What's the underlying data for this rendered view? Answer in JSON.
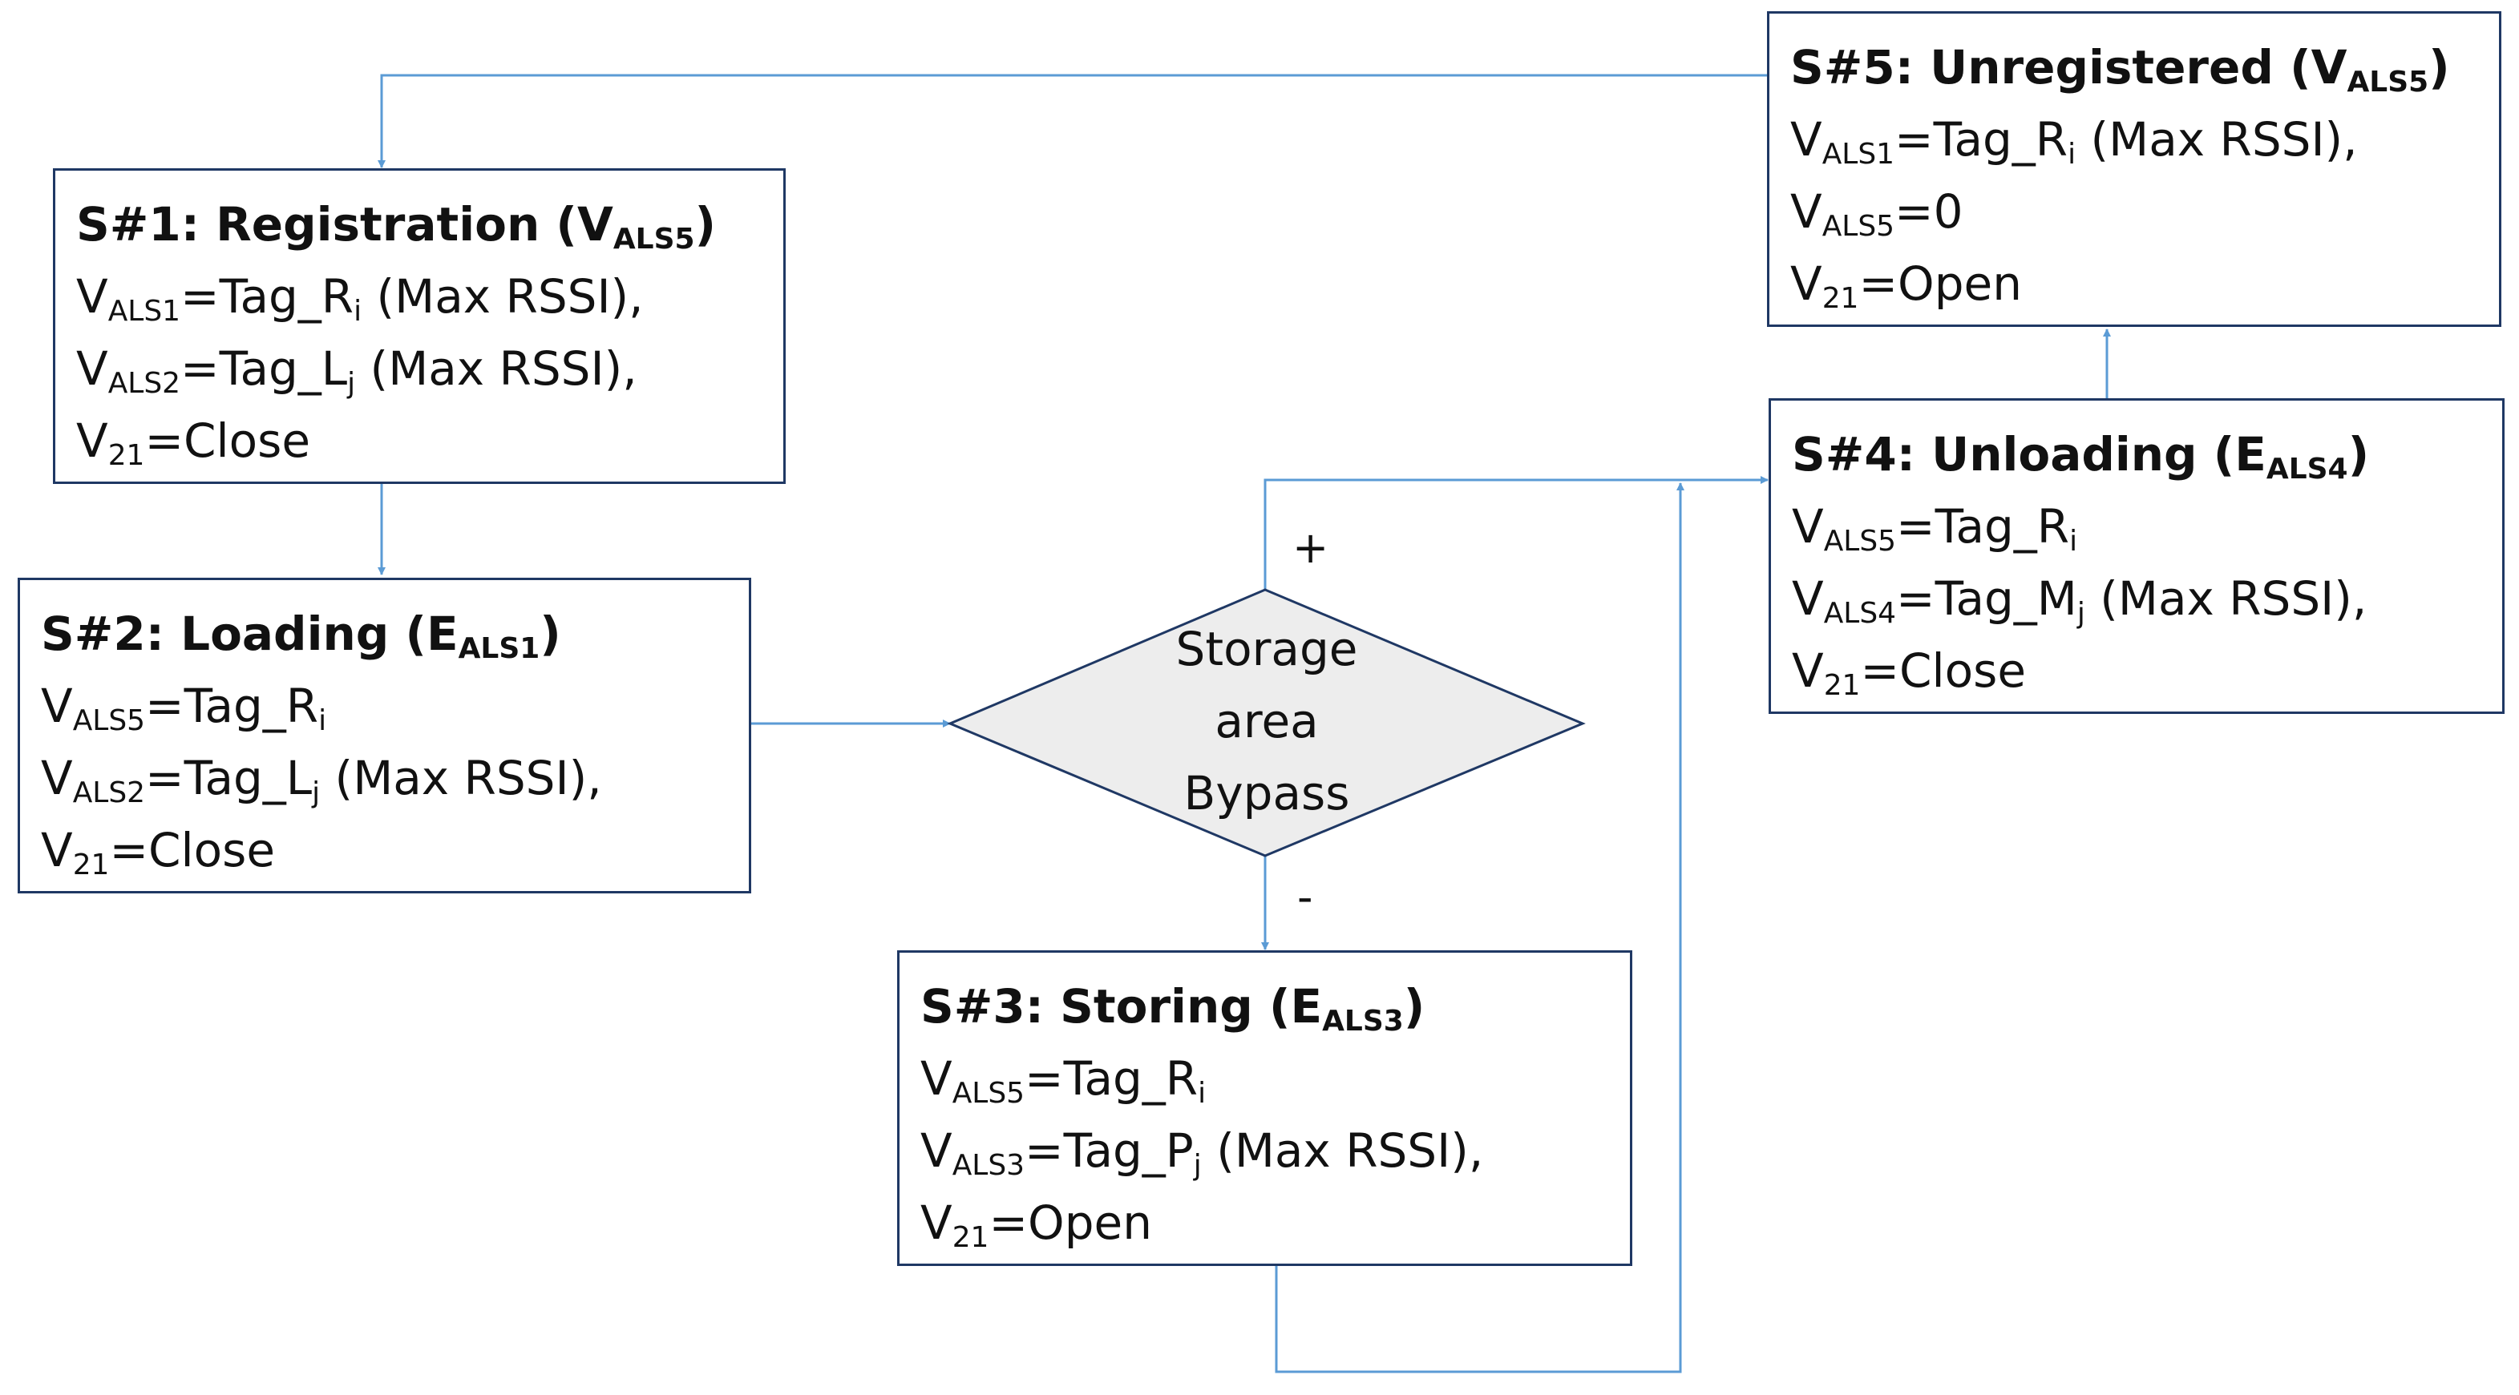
{
  "colors": {
    "box_border": "#1F3864",
    "connector": "#5B9BD5",
    "decision_fill": "#EDEDED"
  },
  "states": {
    "s1": {
      "title": {
        "pre": "S#1: Registration (V",
        "sub": "ALS5",
        "post": ")"
      },
      "lines": [
        {
          "a": "V",
          "s": "ALS1",
          "b": "=Tag_R",
          "s2": "i",
          "c": " (Max RSSI),"
        },
        {
          "a": "V",
          "s": "ALS2",
          "b": "=Tag_L",
          "s2": "j",
          "c": " (Max RSSI),"
        },
        {
          "a": "V",
          "s": "21",
          "b": "=Close",
          "s2": "",
          "c": ""
        }
      ]
    },
    "s2": {
      "title": {
        "pre": "S#2: Loading (E",
        "sub": "ALS1",
        "post": ")"
      },
      "lines": [
        {
          "a": "V",
          "s": "ALS5",
          "b": "=Tag_R",
          "s2": "i",
          "c": ""
        },
        {
          "a": "V",
          "s": "ALS2",
          "b": "=Tag_L",
          "s2": "j",
          "c": " (Max RSSI),"
        },
        {
          "a": "V",
          "s": "21",
          "b": "=Close",
          "s2": "",
          "c": ""
        }
      ]
    },
    "s3": {
      "title": {
        "pre": "S#3: Storing (E",
        "sub": "ALS3",
        "post": ")"
      },
      "lines": [
        {
          "a": "V",
          "s": "ALS5",
          "b": "=Tag_R",
          "s2": "i",
          "c": ""
        },
        {
          "a": "V",
          "s": "ALS3",
          "b": "=Tag_P",
          "s2": "j",
          "c": " (Max RSSI),"
        },
        {
          "a": "V",
          "s": "21",
          "b": "=Open",
          "s2": "",
          "c": ""
        }
      ]
    },
    "s4": {
      "title": {
        "pre": "S#4: Unloading (E",
        "sub": "ALS4",
        "post": ")"
      },
      "lines": [
        {
          "a": "V",
          "s": "ALS5",
          "b": "=Tag_R",
          "s2": "i",
          "c": ""
        },
        {
          "a": "V",
          "s": "ALS4",
          "b": "=Tag_M",
          "s2": "j",
          "c": " (Max RSSI),"
        },
        {
          "a": "V",
          "s": "21",
          "b": "=Close",
          "s2": "",
          "c": ""
        }
      ]
    },
    "s5": {
      "title": {
        "pre": "S#5: Unregistered (V",
        "sub": "ALS5",
        "post": ")"
      },
      "lines": [
        {
          "a": "V",
          "s": "ALS1",
          "b": "=Tag_R",
          "s2": "i",
          "c": " (Max RSSI),"
        },
        {
          "a": "V",
          "s": "ALS5",
          "b": "=0",
          "s2": "",
          "c": ""
        },
        {
          "a": "V",
          "s": "21",
          "b": "=Open",
          "s2": "",
          "c": ""
        }
      ]
    }
  },
  "decision": {
    "lines": [
      "Storage",
      "area",
      "Bypass"
    ],
    "yes_label": "+",
    "no_label": "-"
  }
}
